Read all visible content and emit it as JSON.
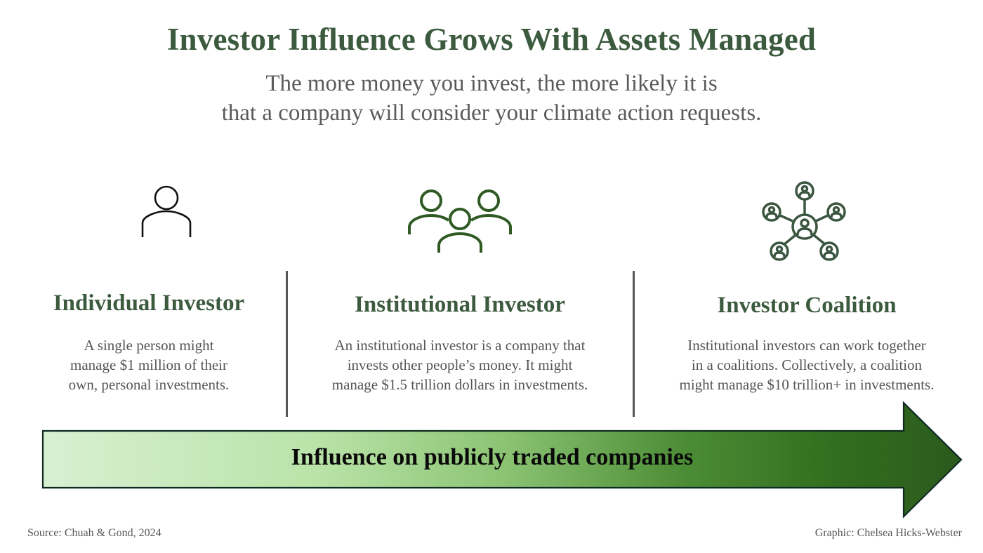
{
  "header": {
    "title": "Investor Influence Grows With Assets Managed",
    "subtitle_lines": [
      "The more money you invest, the more likely it is",
      "that a company will consider your climate action requests."
    ]
  },
  "colors": {
    "title_green": "#3c5a3e",
    "body_gray": "#555555",
    "icon_black": "#111111",
    "icon_green": "#2f5a23",
    "icon_dark_green": "#3b5640",
    "arrow_start": "#d8f0d2",
    "arrow_mid": "#a9d98f",
    "arrow_end": "#2b5a1d",
    "arrow_border": "#0e2a22"
  },
  "columns": [
    {
      "icon": "person-icon",
      "heading": "Individual Investor",
      "description_lines": [
        "A single person might",
        "manage $1 million of their",
        "own, personal investments."
      ]
    },
    {
      "icon": "group-icon",
      "heading": "Institutional Investor",
      "description_lines": [
        "An institutional investor is a company that",
        "invests other people’s money. It might",
        "manage $1.5 trillion dollars in investments."
      ]
    },
    {
      "icon": "network-icon",
      "heading": "Investor Coalition",
      "description_lines": [
        "Institutional investors can work together",
        "in a coalitions. Collectively, a coalition",
        "might manage $10 trillion+ in investments."
      ]
    }
  ],
  "arrow": {
    "label": "Influence on publicly traded companies"
  },
  "footer": {
    "source": "Source: Chuah & Gond, 2024",
    "credit": "Graphic: Chelsea Hicks-Webster"
  }
}
